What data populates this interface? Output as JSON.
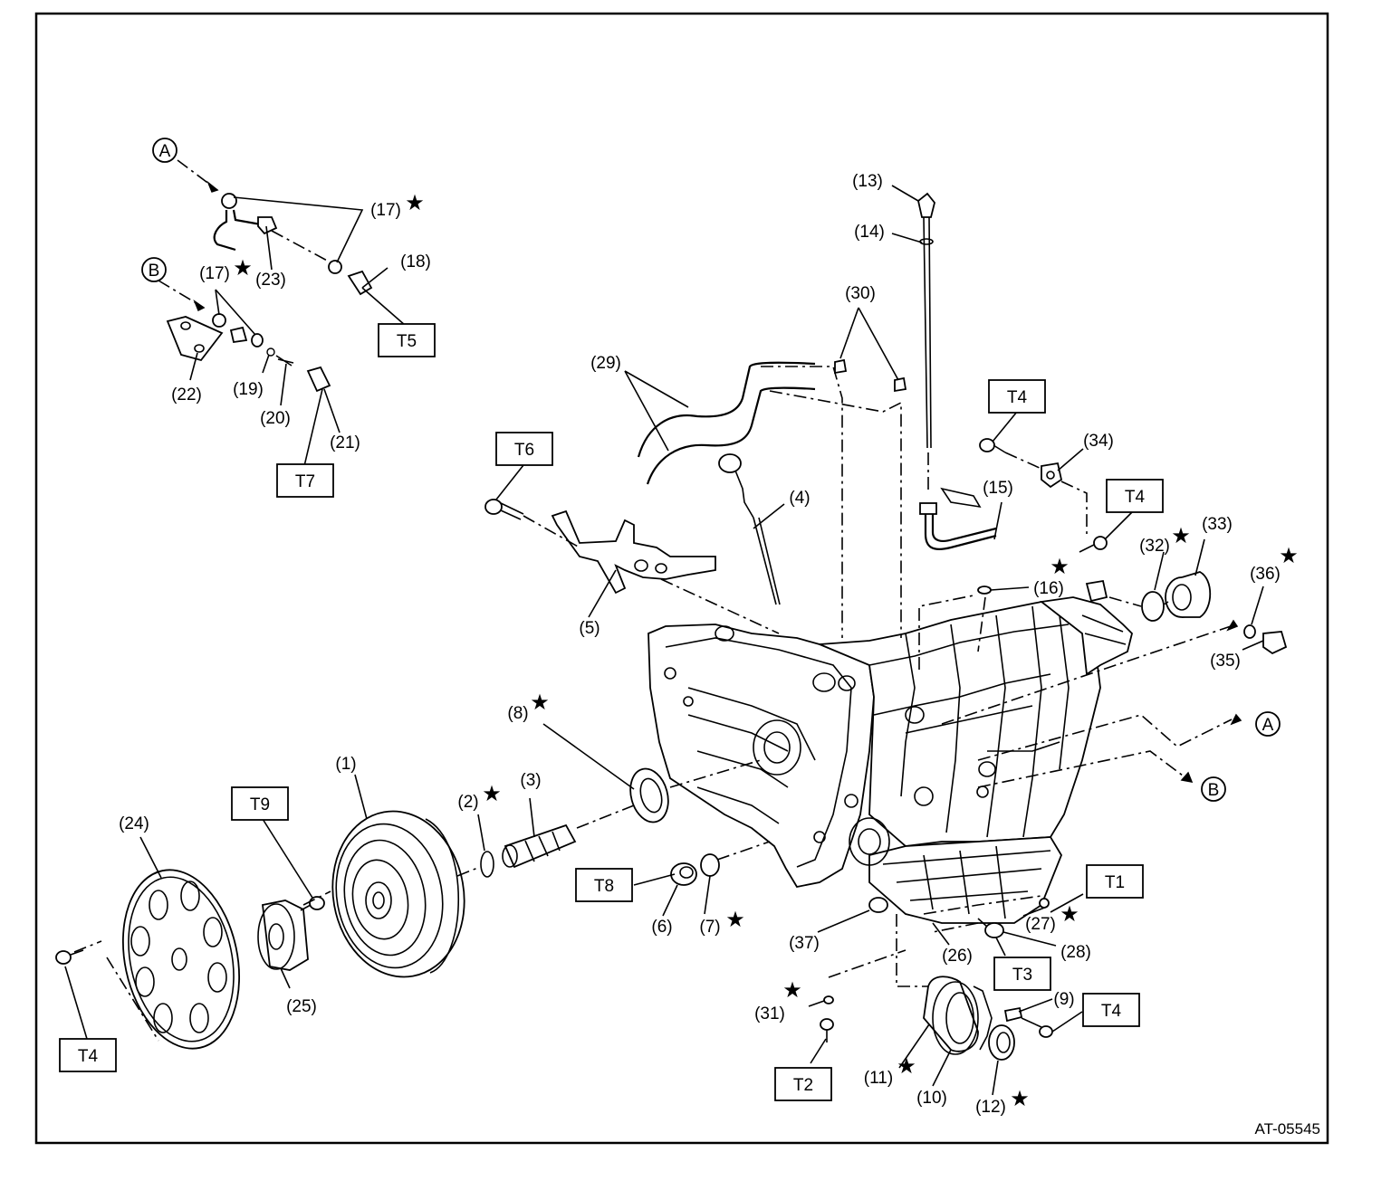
{
  "figure_id": "AT-05545",
  "callouts": {
    "c1": "(1)",
    "c2": "(2)",
    "c3": "(3)",
    "c4": "(4)",
    "c5": "(5)",
    "c6": "(6)",
    "c7": "(7)",
    "c8": "(8)",
    "c9": "(9)",
    "c10": "(10)",
    "c11": "(11)",
    "c12": "(12)",
    "c13": "(13)",
    "c14": "(14)",
    "c15": "(15)",
    "c16": "(16)",
    "c17a": "(17)",
    "c17b": "(17)",
    "c18": "(18)",
    "c19": "(19)",
    "c20": "(20)",
    "c21": "(21)",
    "c22": "(22)",
    "c23": "(23)",
    "c24": "(24)",
    "c25": "(25)",
    "c26": "(26)",
    "c27": "(27)",
    "c28": "(28)",
    "c29": "(29)",
    "c30": "(30)",
    "c31": "(31)",
    "c32": "(32)",
    "c33": "(33)",
    "c34": "(34)",
    "c35": "(35)",
    "c36": "(36)",
    "c37": "(37)"
  },
  "torque_labels": {
    "t1": "T1",
    "t2": "T2",
    "t3": "T3",
    "t4a": "T4",
    "t4b": "T4",
    "t4c": "T4",
    "t4d": "T4",
    "t5": "T5",
    "t6": "T6",
    "t7": "T7",
    "t8": "T8",
    "t9": "T9"
  },
  "refs": {
    "a1": "A",
    "a2": "A",
    "b1": "B",
    "b2": "B"
  },
  "star": "★"
}
